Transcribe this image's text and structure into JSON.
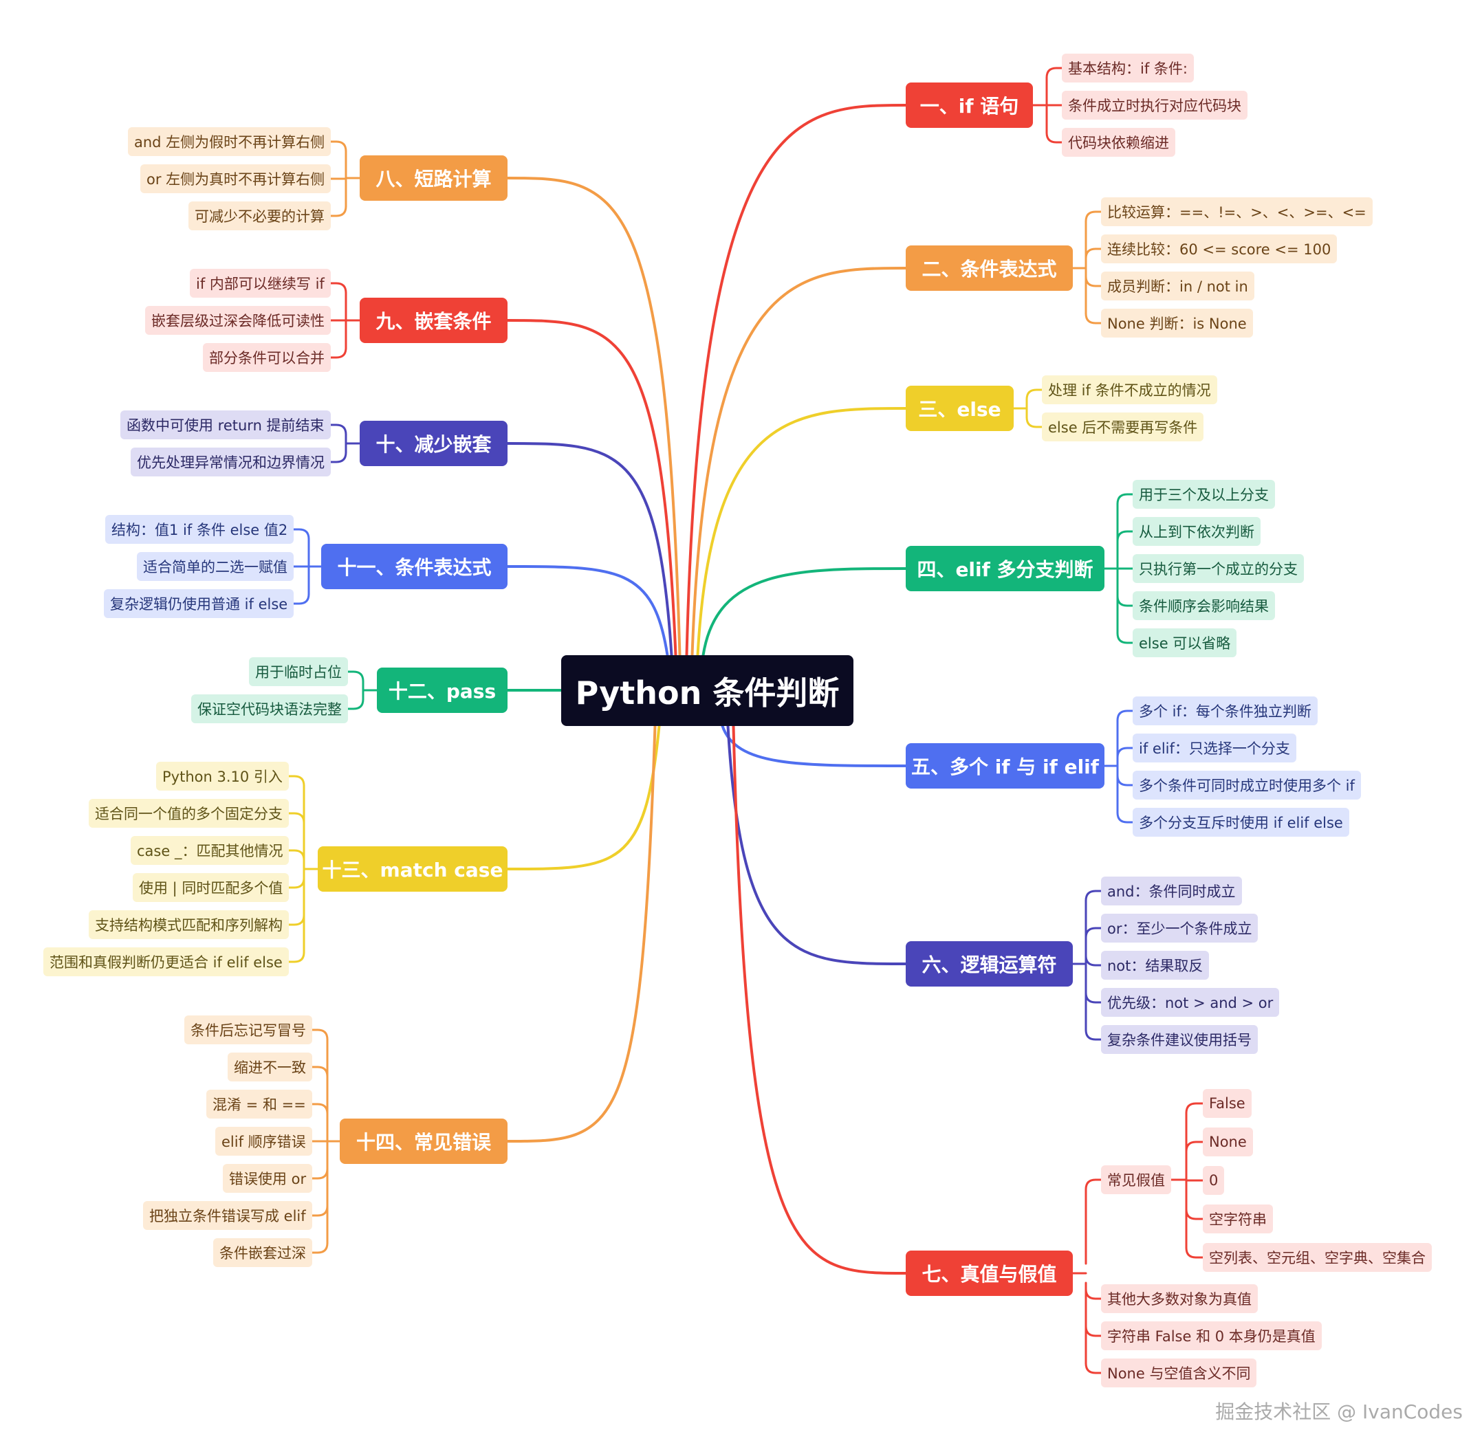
{
  "title": "Python 条件判断",
  "watermark": "掘金技术社区 @ IvanCodes",
  "colors": {
    "red": "#ef4136",
    "orange": "#f39c46",
    "yellow": "#efcf2a",
    "green": "#13b57a",
    "blue": "#4f6ff0",
    "indigo": "#4a45b9",
    "root": "#0b0b22"
  },
  "branches": [
    {
      "id": "b1",
      "label": "一、if 语句",
      "color": "red",
      "side": "right",
      "items": [
        "基本结构：if 条件:",
        "条件成立时执行对应代码块",
        "代码块依赖缩进"
      ]
    },
    {
      "id": "b2",
      "label": "二、条件表达式",
      "color": "orange",
      "side": "right",
      "items": [
        "比较运算：==、!=、>、<、>=、<=",
        "连续比较：60 <= score <= 100",
        "成员判断：in / not in",
        "None 判断：is None"
      ]
    },
    {
      "id": "b3",
      "label": "三、else",
      "color": "yellow",
      "side": "right",
      "items": [
        "处理 if 条件不成立的情况",
        "else 后不需要再写条件"
      ]
    },
    {
      "id": "b4",
      "label": "四、elif 多分支判断",
      "color": "green",
      "side": "right",
      "items": [
        "用于三个及以上分支",
        "从上到下依次判断",
        "只执行第一个成立的分支",
        "条件顺序会影响结果",
        "else 可以省略"
      ]
    },
    {
      "id": "b5",
      "label": "五、多个 if 与 if elif",
      "color": "blue",
      "side": "right",
      "items": [
        "多个 if：每个条件独立判断",
        "if elif：只选择一个分支",
        "多个条件可同时成立时使用多个 if",
        "多个分支互斥时使用 if elif else"
      ]
    },
    {
      "id": "b6",
      "label": "六、逻辑运算符",
      "color": "indigo",
      "side": "right",
      "items": [
        "and：条件同时成立",
        "or：至少一个条件成立",
        "not：结果取反",
        "优先级：not > and > or",
        "复杂条件建议使用括号"
      ]
    },
    {
      "id": "b7",
      "label": "七、真值与假值",
      "color": "red",
      "side": "right",
      "sub": {
        "label": "常见假值",
        "items": [
          "False",
          "None",
          "0",
          "空字符串",
          "空列表、空元组、空字典、空集合"
        ]
      },
      "items": [
        "其他大多数对象为真值",
        "字符串 False 和 0 本身仍是真值",
        "None 与空值含义不同"
      ]
    },
    {
      "id": "b8",
      "label": "八、短路计算",
      "color": "orange",
      "side": "left",
      "items": [
        "and 左侧为假时不再计算右侧",
        "or 左侧为真时不再计算右侧",
        "可减少不必要的计算"
      ]
    },
    {
      "id": "b9",
      "label": "九、嵌套条件",
      "color": "red",
      "side": "left",
      "items": [
        "if 内部可以继续写 if",
        "嵌套层级过深会降低可读性",
        "部分条件可以合并"
      ]
    },
    {
      "id": "b10",
      "label": "十、减少嵌套",
      "color": "indigo",
      "side": "left",
      "items": [
        "函数中可使用 return 提前结束",
        "优先处理异常情况和边界情况"
      ]
    },
    {
      "id": "b11",
      "label": "十一、条件表达式",
      "color": "blue",
      "side": "left",
      "items": [
        "结构：值1 if 条件 else 值2",
        "适合简单的二选一赋值",
        "复杂逻辑仍使用普通 if else"
      ]
    },
    {
      "id": "b12",
      "label": "十二、pass",
      "color": "green",
      "side": "left",
      "items": [
        "用于临时占位",
        "保证空代码块语法完整"
      ]
    },
    {
      "id": "b13",
      "label": "十三、match case",
      "color": "yellow",
      "side": "left",
      "items": [
        "Python 3.10 引入",
        "适合同一个值的多个固定分支",
        "case _：匹配其他情况",
        "使用 | 同时匹配多个值",
        "支持结构模式匹配和序列解构",
        "范围和真假判断仍更适合 if elif else"
      ]
    },
    {
      "id": "b14",
      "label": "十四、常见错误",
      "color": "orange",
      "side": "left",
      "items": [
        "条件后忘记写冒号",
        "缩进不一致",
        "混淆 = 和 ==",
        "elif 顺序错误",
        "错误使用 or",
        "把独立条件错误写成 elif",
        "条件嵌套过深"
      ]
    }
  ]
}
